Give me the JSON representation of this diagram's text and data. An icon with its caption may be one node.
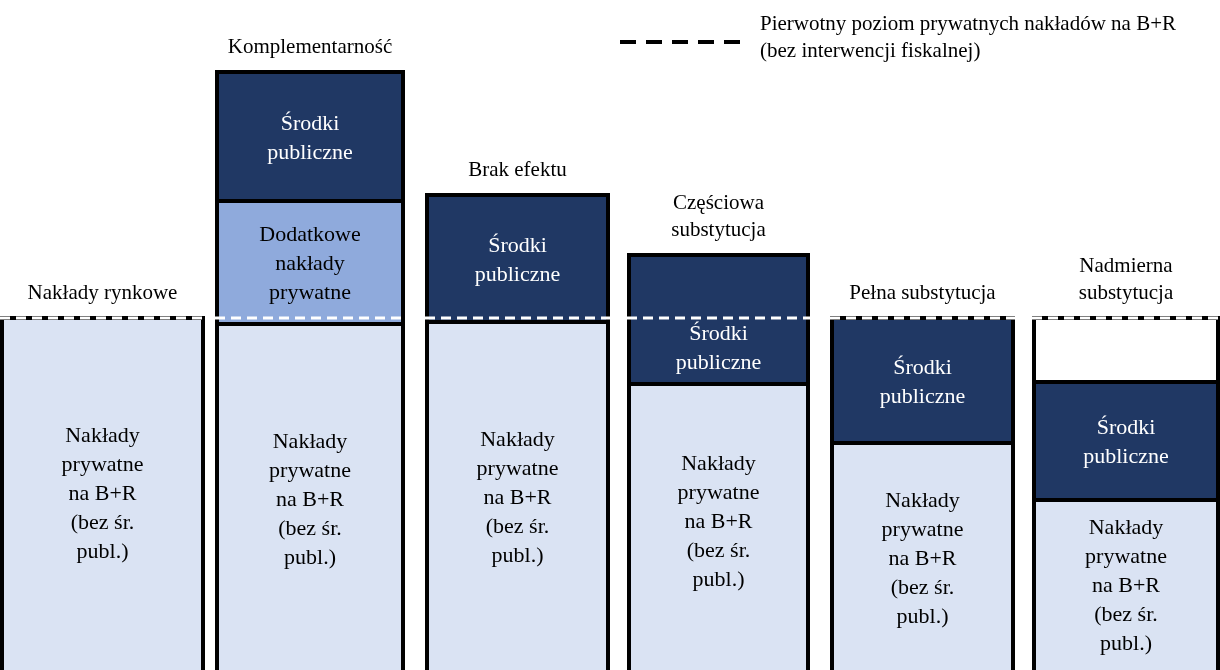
{
  "diagram": {
    "nodes": [
      {
        "text": [
          "Nakłady rynkowe"
        ]
      },
      {
        "text": [
          "Nakłady prywatne na B+R (bez śr. publ.)"
        ],
        "in": 0
      },
      {
        "text": [
          "Komplementarność"
        ]
      },
      {
        "text": [
          "Środki publiczne"
        ],
        "in": 2
      },
      {
        "text": [
          "Dodatkowe nakłady prywatne"
        ],
        "in": 2
      },
      {
        "text": [
          "Nakłady prywatne na B+R (bez śr. publ.)"
        ],
        "in": 2
      },
      {
        "text": [
          "Brak efektu"
        ]
      },
      {
        "text": [
          "Środki publiczne"
        ],
        "in": 6
      },
      {
        "text": [
          "Nakłady prywatne na B+R (bez śr. publ.)"
        ],
        "in": 6
      },
      {
        "text": [
          "Częściowa substytucja"
        ]
      },
      {
        "text": [
          "Środki publiczne"
        ],
        "in": 9
      },
      {
        "text": [
          "Nakłady prywatne na B+R (bez śr. publ.)"
        ],
        "in": 9
      },
      {
        "text": [
          "Pełna substytucja"
        ]
      },
      {
        "text": [
          "Środki publiczne"
        ],
        "in": 12
      },
      {
        "text": [
          "Nakłady prywatne na B+R (bez śr. publ.)"
        ],
        "in": 12
      },
      {
        "text": [
          "Nadmierna substytucja"
        ]
      },
      {
        "text": [],
        "shape": "box",
        "in": 15
      },
      {
        "text": [
          "Środki publiczne"
        ],
        "in": 15
      },
      {
        "text": [
          "Nakłady prywatne na B+R (bez śr. publ.)"
        ],
        "in": 15
      }
    ],
    "legend": [
      {
        "text": "Pierwotny poziom prywatnych nakładów na B+R (bez interwencji fiskalnej)"
      }
    ]
  }
}
